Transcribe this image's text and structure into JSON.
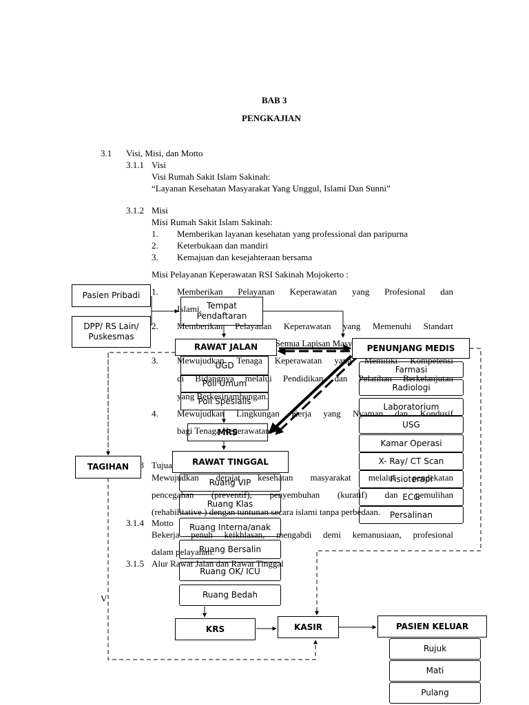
{
  "header": {
    "chapter": "BAB 3",
    "title": "PENGKAJIAN"
  },
  "sections": {
    "s31_num": "3.1",
    "s31_title": "Visi, Misi, dan Motto",
    "s311_num": "3.1.1",
    "s311_title": "Visi",
    "visi_line1": "Visi Rumah Sakit Islam Sakinah:",
    "visi_line2": "“Layanan Kesehatan Masyarakat Yang Unggul, Islami Dan Sunni”",
    "s312_num": "3.1.2",
    "s312_title": "Misi",
    "misi_intro": "Misi Rumah Sakit Islam Sakinah:",
    "misi_items": [
      {
        "n": "1.",
        "t": "Memberikan layanan kesehatan yang professional dan paripurna"
      },
      {
        "n": "2.",
        "t": "Keterbukaan dan mandiri"
      },
      {
        "n": "3.",
        "t": "Kemajuan dan kesejahteraan bersama"
      }
    ],
    "misi_kep_intro": "Misi Pelayanan Keperawatan RSI Sakinah Mojokerto :",
    "misi_kep": [
      {
        "n": "1.",
        "l1": "Memberikan Pelayanan Keperawatan yang Profesional dan",
        "l2": "Islami."
      },
      {
        "n": "2.",
        "l1": "Memberikan Pelayanan Keperawatan yang Memenuhi Standart",
        "l2": "Asuhan Keperawatan pada Semua Lapisan Masyarakat."
      },
      {
        "n": "3.",
        "l1": "Mewujudkan Tenaga Keperawatan yang Memiliki Kompetensi",
        "l2": "di Bidangnya melalui Pendidikan dan Pelatihan Berkelanjutan",
        "l3": "yang Berkesinambungan."
      },
      {
        "n": "4.",
        "l1": "Mewujudkan Lingkungan Kerja yang Nyaman dan Kondusif",
        "l2": "bagi Tenaga Keperawatan."
      }
    ],
    "s313_num": "3.1.3",
    "s313_title": "Tujuan",
    "tujuan_l1": "Mewujudkan derajat kesehatan masyarakat melalui pendekatan",
    "tujuan_l2": "pencegahan (preventif), penyembuhan (kuratif) dan pemulihan",
    "tujuan_l3": "(rehabilitative ) dengan tuntunan secara islami tanpa perbedaan.",
    "s314_num": "3.1.4",
    "s314_title": "Motto",
    "motto_l1": "Bekerja penuh keikhlasan, mengabdi demi kemanusiaan, profesional",
    "motto_l2": "dalam pelayanan.",
    "s315_num": "3.1.5",
    "s315_title": "Alur Rawat Jalan dan Rawat Tinggal",
    "stray_char": "V"
  },
  "flow": {
    "pasien_pribadi": "Pasien Pribadi",
    "dpp": "DPP/ RS Lain/ Puskesmas",
    "tempat_pendaftaran": "Tempat Pendaftaran",
    "rawat_jalan": "RAWAT JALAN",
    "rawat_jalan_items": [
      "UGD",
      "Poli Umum",
      "Poli Spesialis"
    ],
    "penunjang_medis": "PENUNJANG MEDIS",
    "penunjang_items": [
      "Farmasi",
      "Radiologi",
      "Laboratorium",
      "USG",
      "Kamar Operasi",
      "X- Ray/ CT Scan",
      "Fisioterapi",
      "ECG",
      "Persalinan"
    ],
    "mrs": "MRS",
    "tagihan": "TAGIHAN",
    "rawat_tinggal": "RAWAT TINGGAL",
    "rawat_tinggal_items": [
      "Ruang VIP",
      "Ruang Klas",
      "Ruang Interna/anak",
      "Ruang Bersalin",
      "Ruang OK/ ICU",
      "Ruang Bedah"
    ],
    "krs": "KRS",
    "kasir": "KASIR",
    "pasien_keluar": "PASIEN KELUAR",
    "keluar_items": [
      "Rujuk",
      "Mati",
      "Pulang"
    ]
  }
}
